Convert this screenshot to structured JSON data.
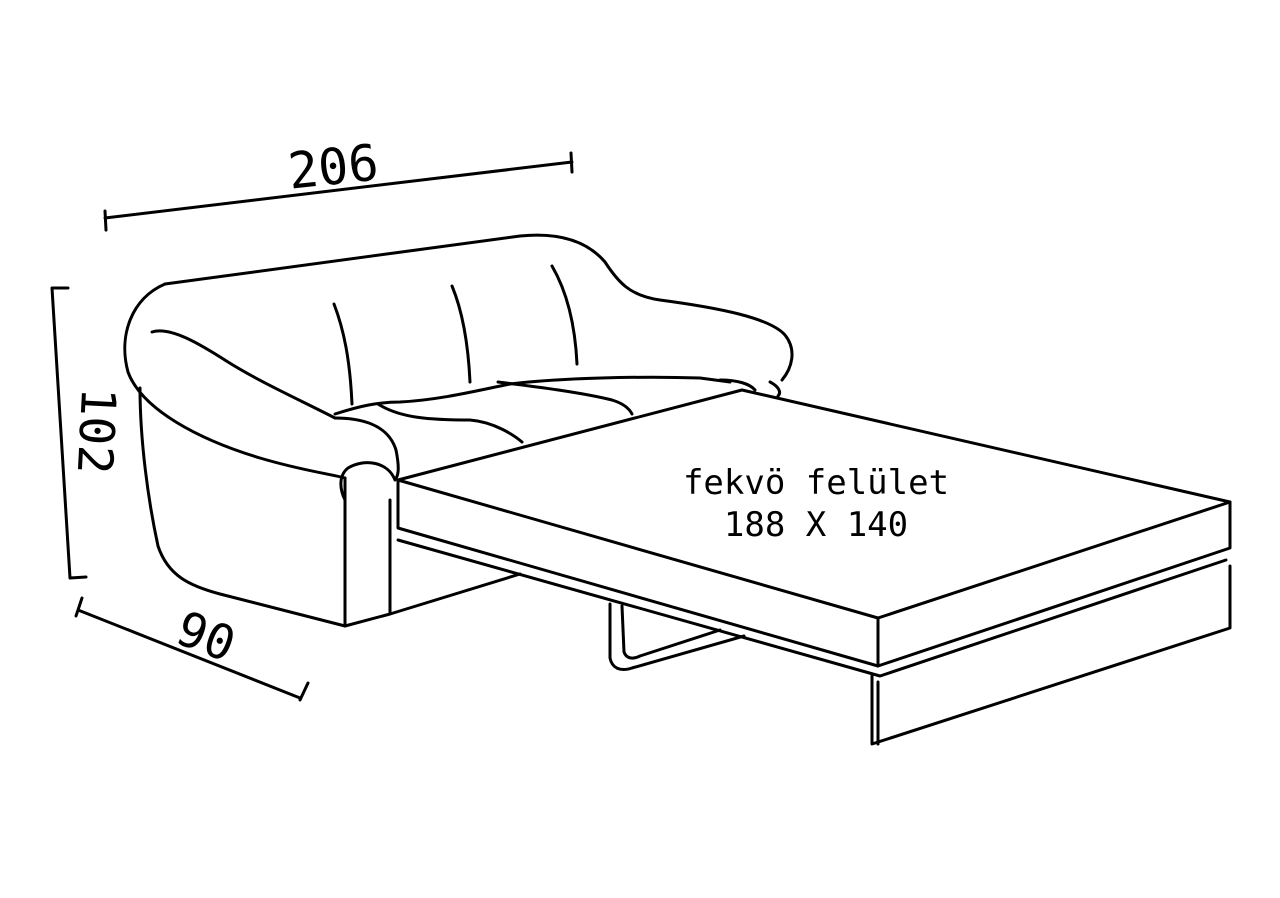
{
  "dimensions": {
    "width": "206",
    "height": "102",
    "depth": "90"
  },
  "bed": {
    "label": "fekvö felület",
    "size": "188 X 140"
  }
}
